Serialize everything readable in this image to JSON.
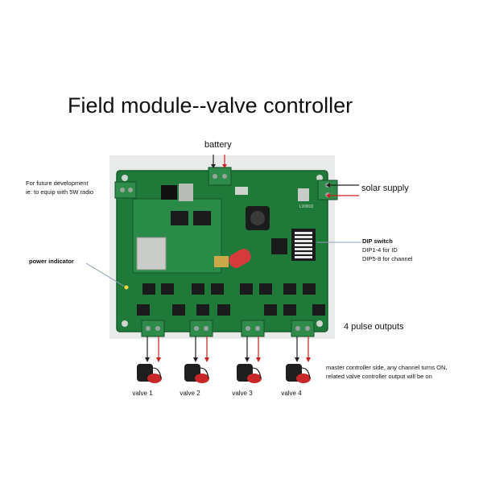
{
  "title": "Field module--valve controller",
  "labels": {
    "battery": "battery",
    "solar_supply": "solar supply",
    "future_dev": [
      "For future development",
      "ie: to equip with 5W radio"
    ],
    "power_indicator": "power indicator",
    "dip_switch": {
      "title": "DIP switch",
      "lines": [
        "DIP1-4 for ID",
        "DIP5-8 for channel"
      ]
    },
    "pulse_outputs": "4 pulse outputs",
    "note": [
      "master controller side, any channel turns ON,",
      "related valve controller output will be on"
    ],
    "board_marking": "LX0010"
  },
  "valves": [
    "valve 1",
    "valve 2",
    "valve 3",
    "valve 4"
  ],
  "colors": {
    "pcb": "#1f7a3a",
    "terminal": "#2e8b4a",
    "wire_positive": "#cc1f1f",
    "wire_negative": "#222222",
    "leader_line": "#8aa0b8"
  }
}
